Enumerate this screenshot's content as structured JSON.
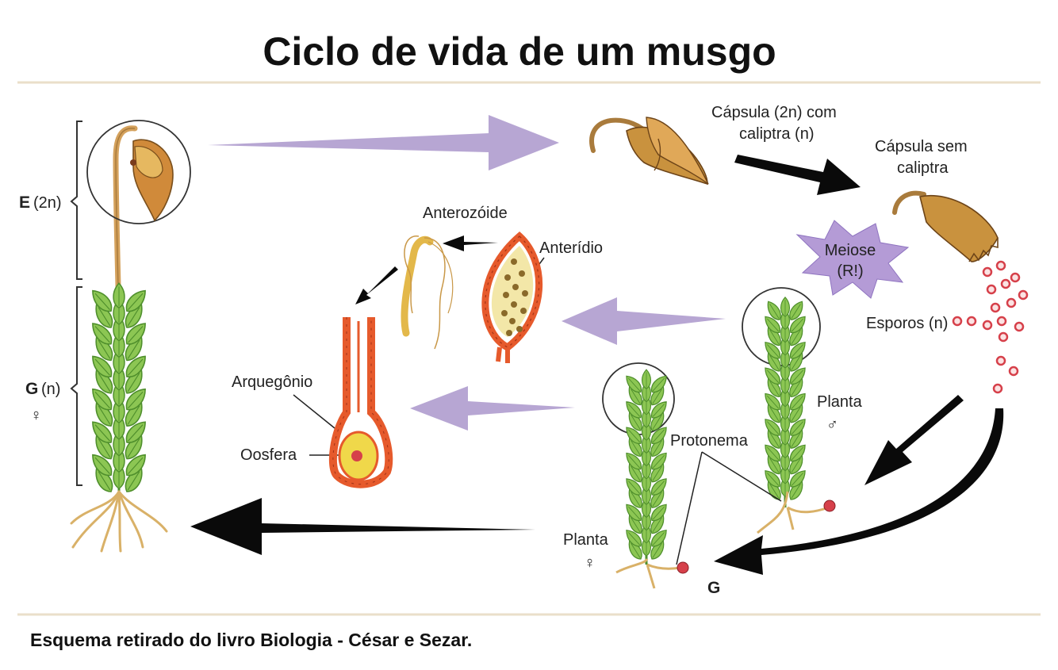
{
  "title": "Ciclo de vida de um musgo",
  "caption": "Esquema retirado do livro Biologia - César e Sezar.",
  "labels": {
    "sporophyte_prefix": "E",
    "sporophyte_ploidy": "(2n)",
    "gametophyte_prefix": "G",
    "gametophyte_ploidy": "(n)",
    "female_symbol": "♀",
    "male_symbol": "♂",
    "capsule_calyptra_line1": "Cápsula (2n) com",
    "capsule_calyptra_line2": "caliptra (n)",
    "capsule_no_calyptra_line1": "Cápsula sem",
    "capsule_no_calyptra_line2": "caliptra",
    "meiosis_line1": "Meiose",
    "meiosis_line2": "(R!)",
    "spores": "Esporos (n)",
    "antherozoid": "Anterozóide",
    "antheridium": "Anterídio",
    "archegonium": "Arquegônio",
    "oosphere": "Oosfera",
    "protonema": "Protonema",
    "male_plant": "Planta",
    "female_plant": "Planta",
    "gametophyte_g": "G"
  },
  "colors": {
    "divider": "#eadfca",
    "lavender_arrow": "#b7a6d3",
    "black_arrow": "#0a0a0a",
    "leaf_green": "#8cc653",
    "leaf_dark": "#4f8f2c",
    "stalk_tan": "#d4a15c",
    "capsule_tan": "#c9923e",
    "cell_orange": "#e65a2c",
    "egg_yellow": "#f0d84a",
    "spore_red": "#d6404a",
    "meiosis_purple": "#b49bd6"
  }
}
